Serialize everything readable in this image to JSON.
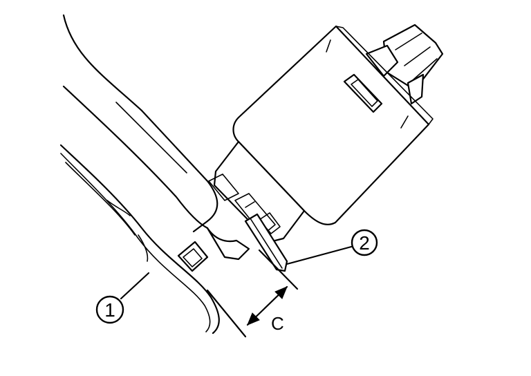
{
  "diagram": {
    "callouts": [
      {
        "id": "part-1",
        "label": "1"
      },
      {
        "id": "part-2",
        "label": "2"
      }
    ],
    "dimension": {
      "label": "C"
    }
  }
}
